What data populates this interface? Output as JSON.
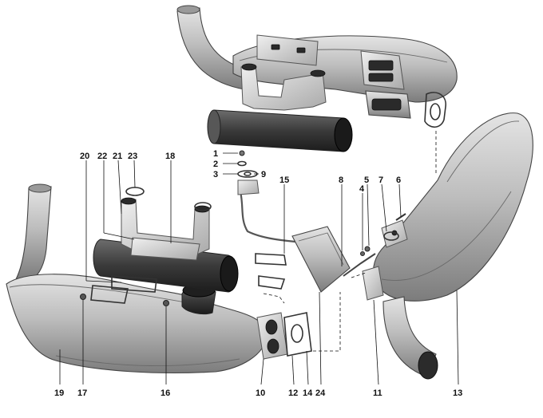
{
  "diagram": {
    "callouts": [
      {
        "id": "c1",
        "text": "1"
      },
      {
        "id": "c2",
        "text": "2"
      },
      {
        "id": "c3",
        "text": "3"
      },
      {
        "id": "c4",
        "text": "4"
      },
      {
        "id": "c5",
        "text": "5"
      },
      {
        "id": "c6",
        "text": "6"
      },
      {
        "id": "c7",
        "text": "7"
      },
      {
        "id": "c8",
        "text": "8"
      },
      {
        "id": "c9",
        "text": "9"
      },
      {
        "id": "c10",
        "text": "10"
      },
      {
        "id": "c11",
        "text": "11"
      },
      {
        "id": "c12",
        "text": "12"
      },
      {
        "id": "c13",
        "text": "13"
      },
      {
        "id": "c14",
        "text": "14"
      },
      {
        "id": "c15",
        "text": "15"
      },
      {
        "id": "c16",
        "text": "16"
      },
      {
        "id": "c17",
        "text": "17"
      },
      {
        "id": "c18",
        "text": "18"
      },
      {
        "id": "c19",
        "text": "19"
      },
      {
        "id": "c20",
        "text": "20"
      },
      {
        "id": "c21",
        "text": "21"
      },
      {
        "id": "c22",
        "text": "22"
      },
      {
        "id": "c23",
        "text": "23"
      },
      {
        "id": "c24",
        "text": "24"
      }
    ]
  }
}
